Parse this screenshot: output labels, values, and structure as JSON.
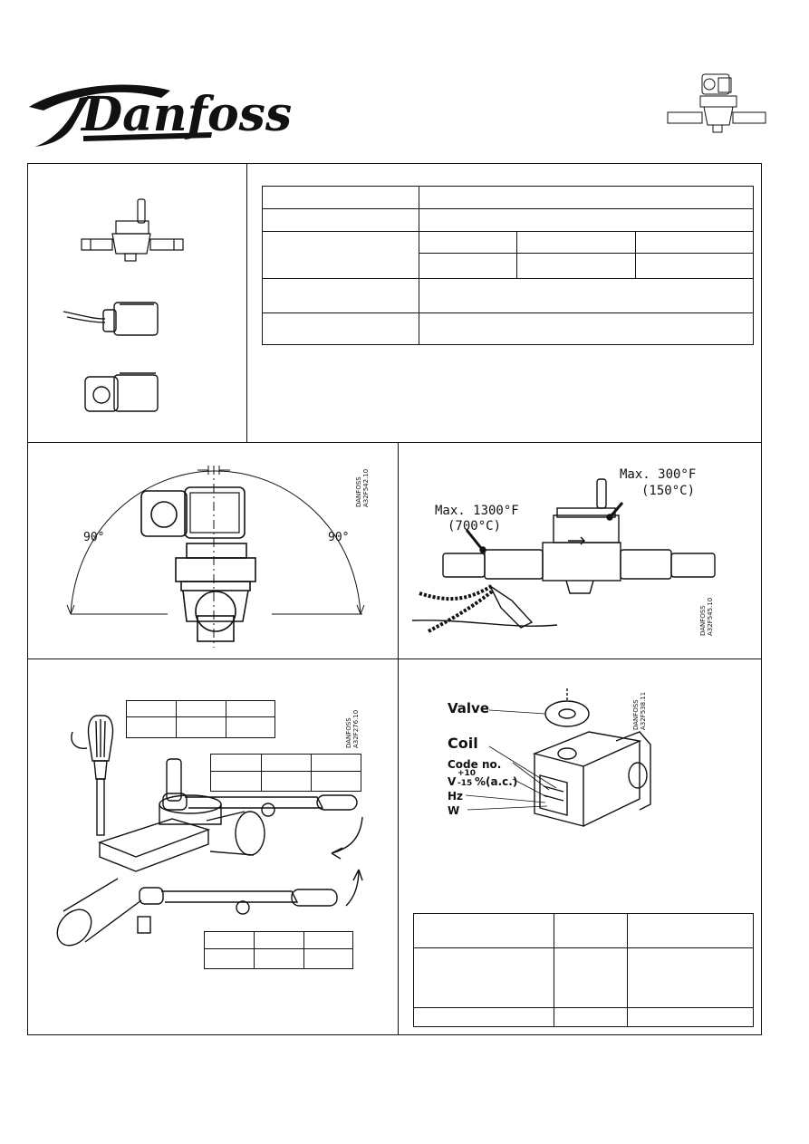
{
  "brand": {
    "logo_text": "Danfoss"
  },
  "panels": {
    "mounting": {
      "angle_left": "90°",
      "angle_right": "90°",
      "drawing_code": "DANFOSS\nA32F542.10"
    },
    "brazing": {
      "max_temp_body": "Max. 300°F",
      "max_temp_body_c": "(150°C)",
      "max_temp_joint": "Max. 1300°F",
      "max_temp_joint_c": "(700°C)",
      "drawing_code": "DANFOSS\nA32F545.10"
    },
    "tightening": {
      "drawing_code": "DANFOSS\nA32F276.10"
    },
    "coil": {
      "valve_label": "Valve",
      "coil_label": "Coil",
      "code_label": "Code no.",
      "voltage_prefix": "V",
      "voltage_plus": "+10",
      "voltage_minus": "-15",
      "voltage_suffix": "%(a.c.)",
      "hz_label": "Hz",
      "w_label": "W",
      "drawing_code": "DANFOSS\nA32F538.11"
    }
  },
  "colors": {
    "ink": "#111111",
    "paper": "#ffffff"
  }
}
